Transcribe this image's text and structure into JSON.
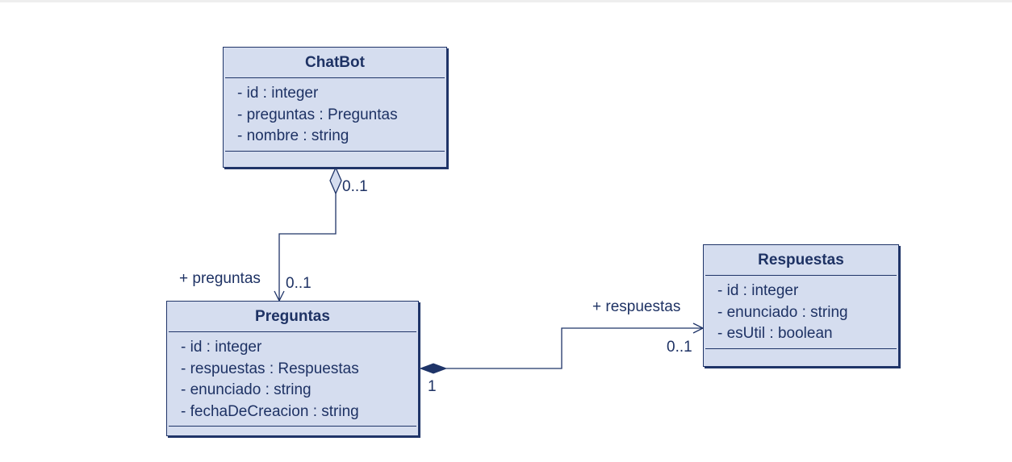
{
  "colors": {
    "class_fill": "#d5ddef",
    "border": "#1f3468",
    "text": "#1e3264"
  },
  "classes": {
    "chatbot": {
      "name": "ChatBot",
      "attributes": [
        "- id : integer",
        "- preguntas : Preguntas",
        "- nombre : string"
      ]
    },
    "preguntas": {
      "name": "Preguntas",
      "attributes": [
        "- id : integer",
        "- respuestas : Respuestas",
        "- enunciado : string",
        "- fechaDeCreacion : string"
      ]
    },
    "respuestas": {
      "name": "Respuestas",
      "attributes": [
        "- id : integer",
        "- enunciado : string",
        "- esUtil : boolean"
      ]
    }
  },
  "associations": {
    "chatbot_preguntas": {
      "type": "aggregation",
      "source_multiplicity": "0..1",
      "target_role": "+ preguntas",
      "target_multiplicity": "0..1"
    },
    "preguntas_respuestas": {
      "type": "composition",
      "source_multiplicity": "1",
      "target_role": "+ respuestas",
      "target_multiplicity": "0..1"
    }
  }
}
